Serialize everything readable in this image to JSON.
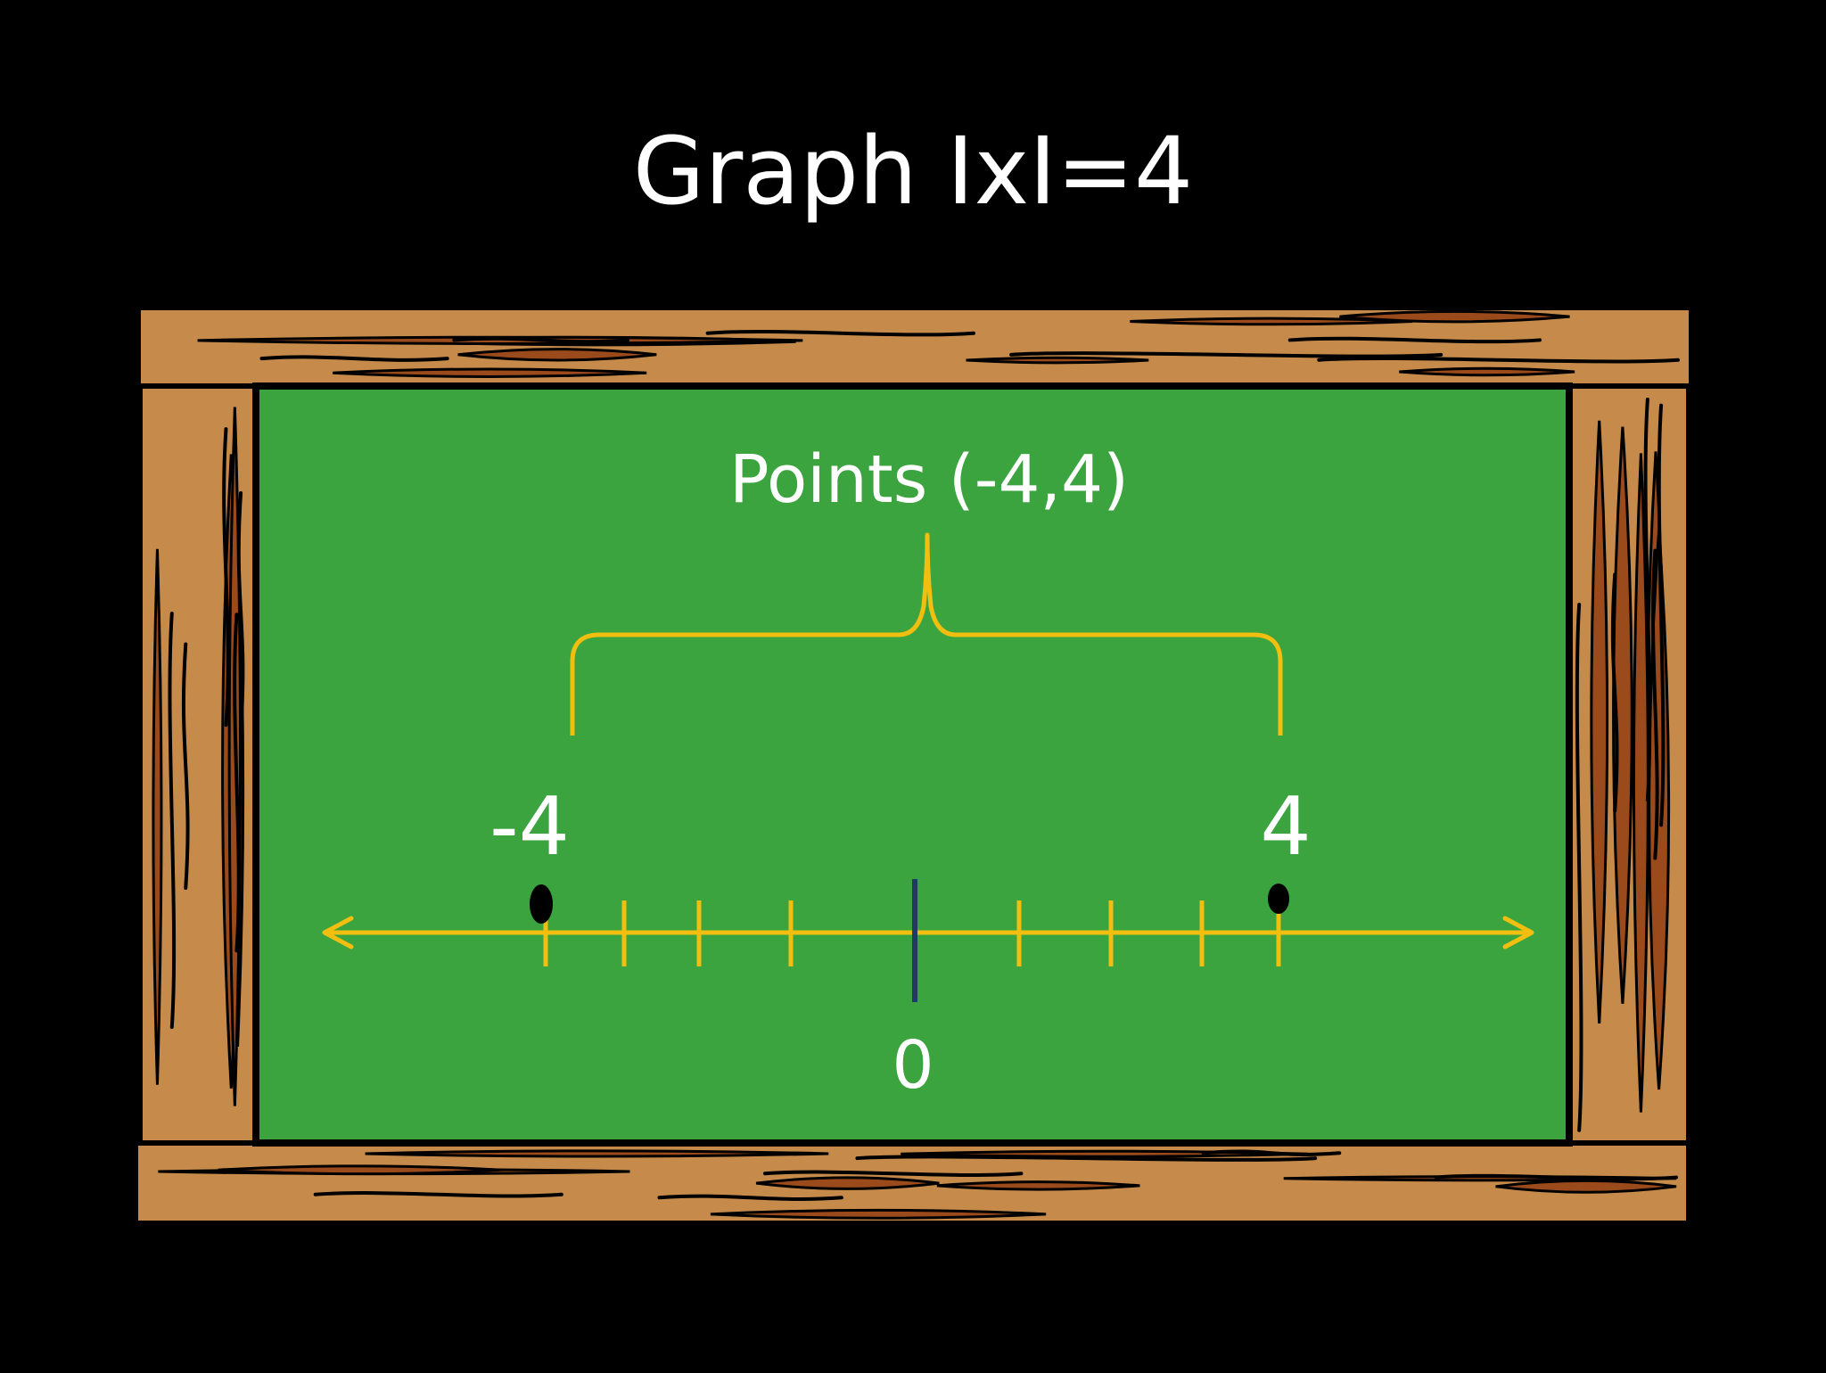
{
  "title": "Graph IxI=4",
  "annotation": "Points (-4,4)",
  "labels": {
    "neg": "-4",
    "pos": "4",
    "zero": "0"
  },
  "number_line": {
    "marked_points": [
      -4,
      4
    ],
    "tick_values": [
      -4,
      -3,
      -2,
      -1,
      1,
      2,
      3,
      4
    ],
    "origin": 0
  },
  "colors": {
    "background": "#000000",
    "board": "#3BA43F",
    "line": "#F2BE0F",
    "zero_tick": "#1F3B63",
    "text": "#FFFFFF",
    "wood_light": "#C68A4A",
    "wood_dark": "#9B4A1C",
    "point": "#000000"
  }
}
